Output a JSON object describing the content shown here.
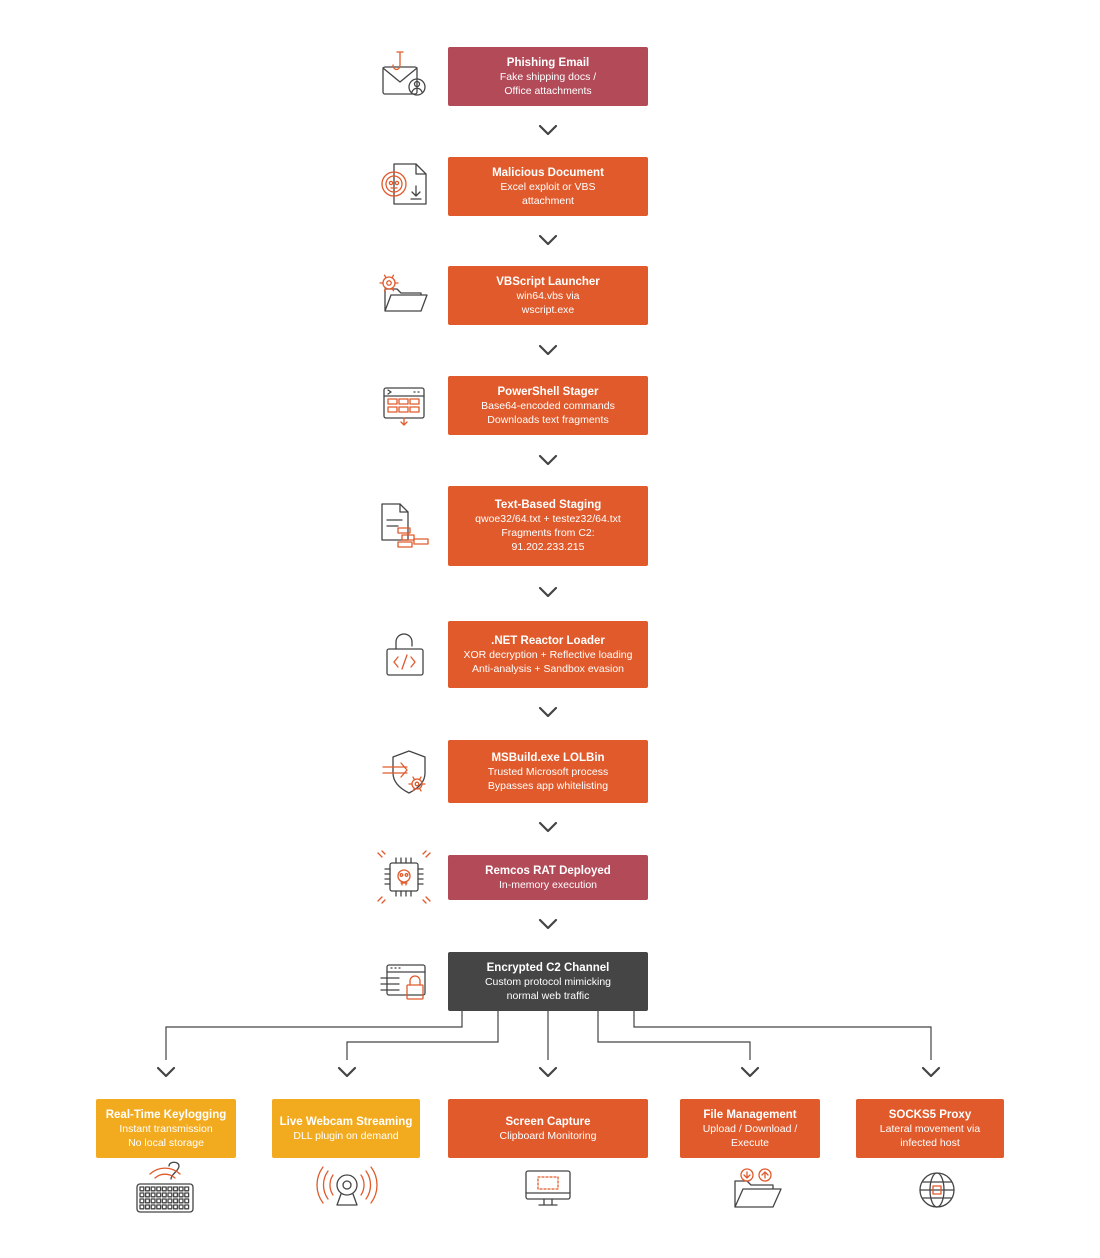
{
  "colors": {
    "crimson": "#b34a58",
    "orange": "#e05a2b",
    "dark": "#454545",
    "yellow": "#f2ab1f",
    "line": "#444444"
  },
  "steps": [
    {
      "title": "Phishing Email",
      "lines": [
        "Fake shipping docs /",
        "Office attachments"
      ],
      "color": "crimson",
      "icon": "phishing-email-icon"
    },
    {
      "title": "Malicious Document",
      "lines": [
        "Excel exploit or VBS",
        "attachment"
      ],
      "color": "orange",
      "icon": "malicious-document-icon"
    },
    {
      "title": "VBScript Launcher",
      "lines": [
        "win64.vbs via",
        "wscript.exe"
      ],
      "color": "orange",
      "icon": "folder-gear-icon"
    },
    {
      "title": "PowerShell Stager",
      "lines": [
        "Base64-encoded commands",
        "Downloads text fragments"
      ],
      "color": "orange",
      "icon": "terminal-window-icon"
    },
    {
      "title": "Text-Based Staging",
      "lines": [
        "qwoe32/64.txt + testez32/64.txt",
        "Fragments from C2:",
        "91.202.233.215"
      ],
      "color": "orange",
      "icon": "file-fragments-icon"
    },
    {
      "title": ".NET Reactor Loader",
      "lines": [
        "XOR decryption + Reflective loading",
        "Anti-analysis + Sandbox evasion"
      ],
      "color": "orange",
      "icon": "unlocked-code-icon"
    },
    {
      "title": "MSBuild.exe LOLBin",
      "lines": [
        "Trusted Microsoft process",
        "Bypasses app whitelisting"
      ],
      "color": "orange",
      "icon": "shield-gear-icon"
    },
    {
      "title": "Remcos RAT Deployed",
      "lines": [
        "In-memory execution"
      ],
      "color": "crimson",
      "icon": "chip-skull-icon"
    },
    {
      "title": "Encrypted C2 Channel",
      "lines": [
        "Custom protocol mimicking",
        "normal web traffic"
      ],
      "color": "dark",
      "icon": "browser-lock-icon"
    }
  ],
  "capabilities": [
    {
      "title": "Real-Time Keylogging",
      "lines": [
        "Instant transmission",
        "No local storage"
      ],
      "color": "yellow",
      "icon": "keyboard-icon"
    },
    {
      "title": "Live Webcam Streaming",
      "lines": [
        "DLL plugin on demand"
      ],
      "color": "yellow",
      "icon": "webcam-icon"
    },
    {
      "title": "Screen Capture",
      "lines": [
        "Clipboard Monitoring"
      ],
      "color": "orange",
      "icon": "monitor-icon"
    },
    {
      "title": "File Management",
      "lines": [
        "Upload / Download /",
        "Execute"
      ],
      "color": "orange",
      "icon": "folder-transfer-icon"
    },
    {
      "title": "SOCKS5 Proxy",
      "lines": [
        "Lateral movement via",
        "infected host"
      ],
      "color": "orange",
      "icon": "globe-icon"
    }
  ]
}
